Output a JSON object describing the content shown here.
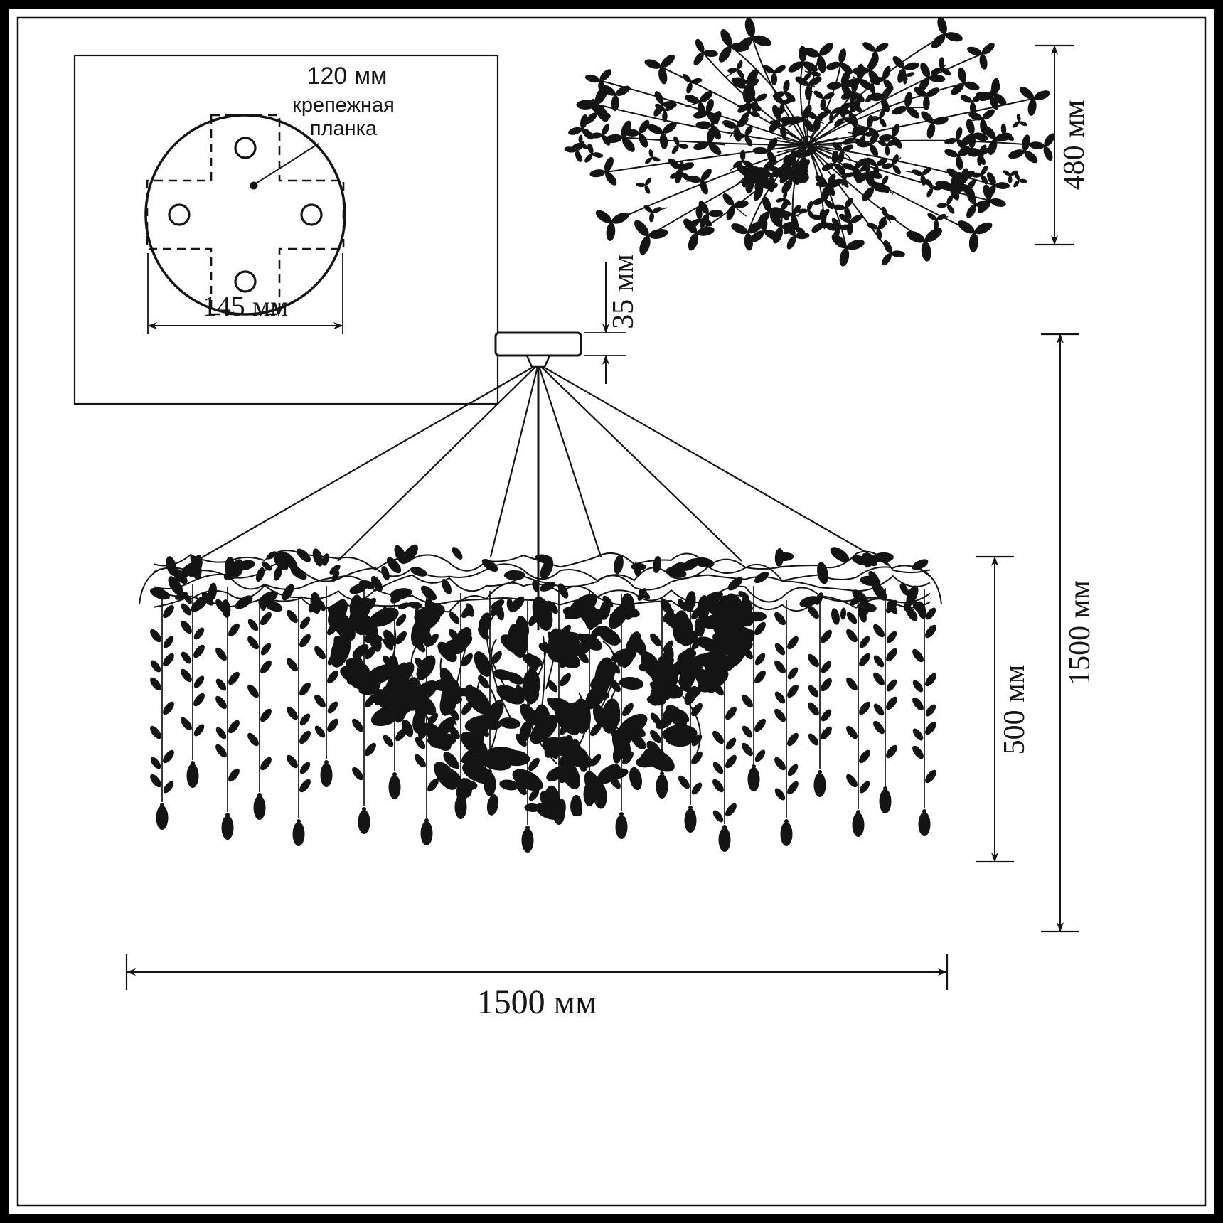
{
  "inset": {
    "hole_spacing_label": "120 мм",
    "bracket_label_line1": "крепежная",
    "bracket_label_line2": "планка",
    "plate_width_label": "145 мм"
  },
  "dimensions": {
    "top_view_depth": "480 мм",
    "canopy_height": "35 мм",
    "body_height": "500 мм",
    "total_height": "1500 мм",
    "total_width": "1500 мм"
  },
  "colors": {
    "ink": "#141414",
    "background": "#ffffff"
  }
}
